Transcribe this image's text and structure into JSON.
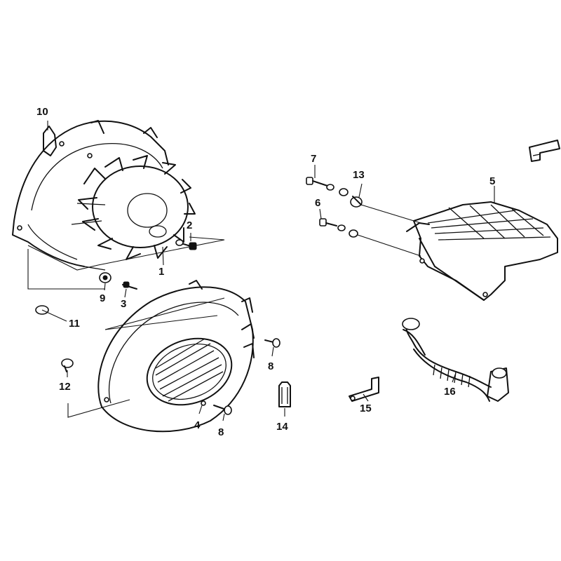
{
  "callouts": {
    "p1": "1",
    "p2": "2",
    "p3": "3",
    "p4": "4",
    "p5": "5",
    "p6": "6",
    "p7": "7",
    "p8a": "8",
    "p8b": "8",
    "p9": "9",
    "p10": "10",
    "p11": "11",
    "p12": "12",
    "p13": "13",
    "p14": "14",
    "p15": "15",
    "p16": "16"
  },
  "colors": {
    "ink": "#111111",
    "paper": "#ffffff"
  }
}
